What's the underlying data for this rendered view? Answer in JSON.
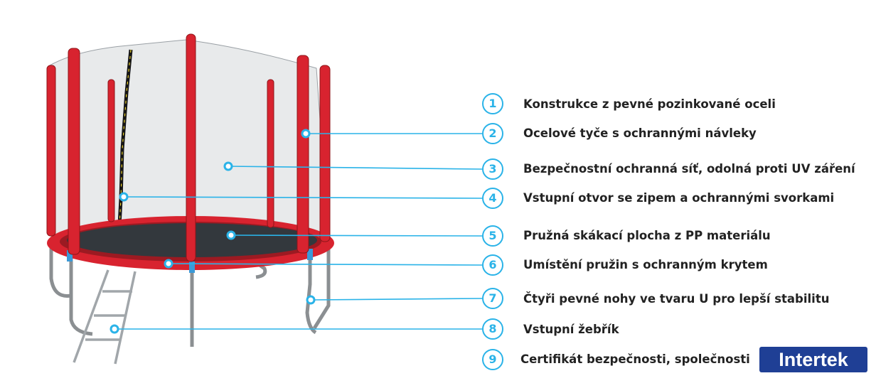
{
  "callouts": [
    {
      "number": "1",
      "text": "Konstrukce z pevné pozinkované oceli"
    },
    {
      "number": "2",
      "text": "Ocelové tyče s ochrannými návleky"
    },
    {
      "number": "3",
      "text": "Bezpečnostní ochranná síť, odolná proti UV záření"
    },
    {
      "number": "4",
      "text": "Vstupní otvor se zipem a ochrannými svorkami"
    },
    {
      "number": "5",
      "text": "Pružná skákací plocha z PP materiálu"
    },
    {
      "number": "6",
      "text": "Umístění pružin s ochranným krytem"
    },
    {
      "number": "7",
      "text": "Čtyři pevné nohy ve tvaru U pro lepší stabilitu"
    },
    {
      "number": "8",
      "text": "Vstupní žebřík"
    },
    {
      "number": "9",
      "text": "Certifikát bezpečnosti, společnosti"
    }
  ],
  "logo_text": "Intertek",
  "colors": {
    "accent": "#2ab3e8",
    "pad_red": "#d8232f",
    "logo_bg": "#1f3f95",
    "label_text": "#222222"
  }
}
